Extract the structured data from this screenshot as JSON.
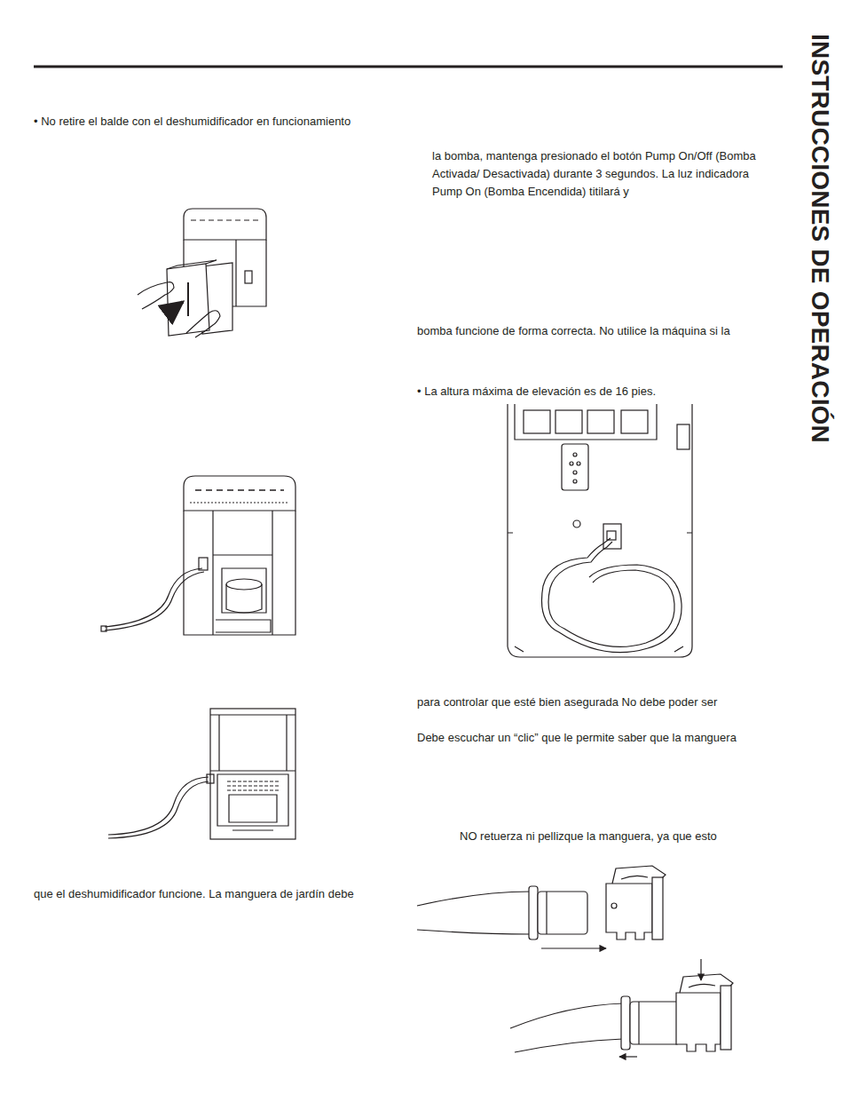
{
  "diagram": {
    "title": "INSTRUCCIONES DE OPERACIÓN",
    "labels": [
      "• No retire el balde con el deshumidificador en funcionamiento",
      "la bomba, mantenga presionado el botón Pump On/Off (Bomba Activada/ Desactivada) durante 3 segundos. La luz indicadora Pump On (Bomba Encendida) titilará y",
      "bomba funcione de forma correcta. No utilice la máquina si la",
      "• La altura máxima de elevación es de 16 pies.",
      "para controlar que esté bien asegurada No debe poder ser",
      "Debe escuchar un “clic” que le permite saber que la manguera",
      "NO retuerza ni pellizque la manguera, ya que esto",
      "que el deshumidificador funcione. La manguera de jardín debe"
    ]
  }
}
